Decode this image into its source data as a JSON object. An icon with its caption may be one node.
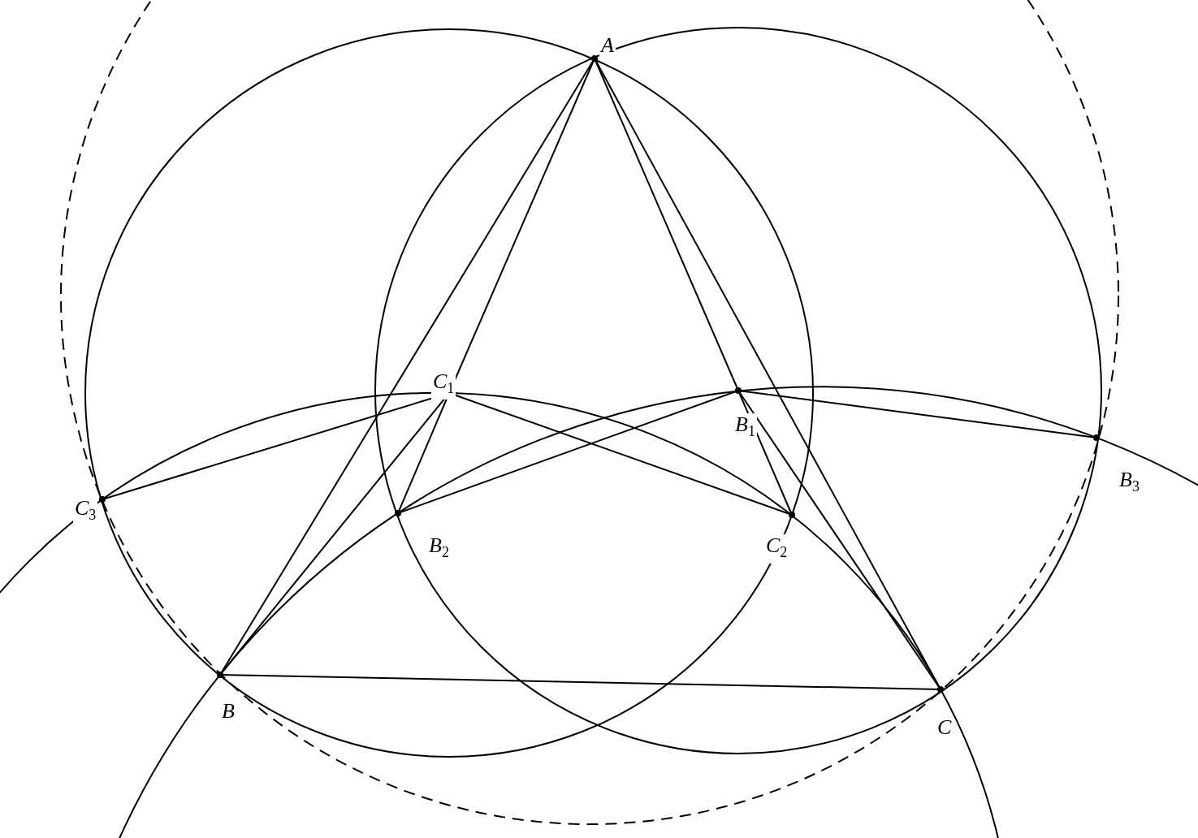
{
  "diagram": {
    "nodes": [
      {
        "text": [
          "A"
        ]
      },
      {
        "text": [
          "C$_{1}$"
        ]
      },
      {
        "text": [
          "B$_{1}$"
        ]
      },
      {
        "text": [
          "C$_{3}$"
        ]
      },
      {
        "text": [
          "B$_{2}$"
        ]
      },
      {
        "text": [
          "C$_{2}$"
        ]
      },
      {
        "text": [
          "B$_{3}$"
        ]
      },
      {
        "text": [
          "B"
        ]
      },
      {
        "text": [
          "C"
        ]
      }
    ],
    "edges": [
      {
        "from": 0,
        "to": 7,
        "arrow": "none"
      },
      {
        "from": 0,
        "to": 8,
        "arrow": "none"
      },
      {
        "from": 7,
        "to": 8,
        "arrow": "none"
      },
      {
        "from": 0,
        "to": 1,
        "arrow": "none"
      },
      {
        "from": 1,
        "to": 4,
        "arrow": "none"
      },
      {
        "from": 0,
        "to": 2,
        "arrow": "none"
      },
      {
        "from": 2,
        "to": 5,
        "arrow": "none"
      },
      {
        "from": 7,
        "to": 1,
        "arrow": "none"
      },
      {
        "from": 8,
        "to": 2,
        "arrow": "none"
      },
      {
        "from": 3,
        "to": 1,
        "arrow": "none"
      },
      {
        "from": 2,
        "to": 6,
        "arrow": "none"
      },
      {
        "from": 1,
        "to": 5,
        "arrow": "none"
      },
      {
        "from": 4,
        "to": 2,
        "arrow": "none"
      }
    ]
  }
}
